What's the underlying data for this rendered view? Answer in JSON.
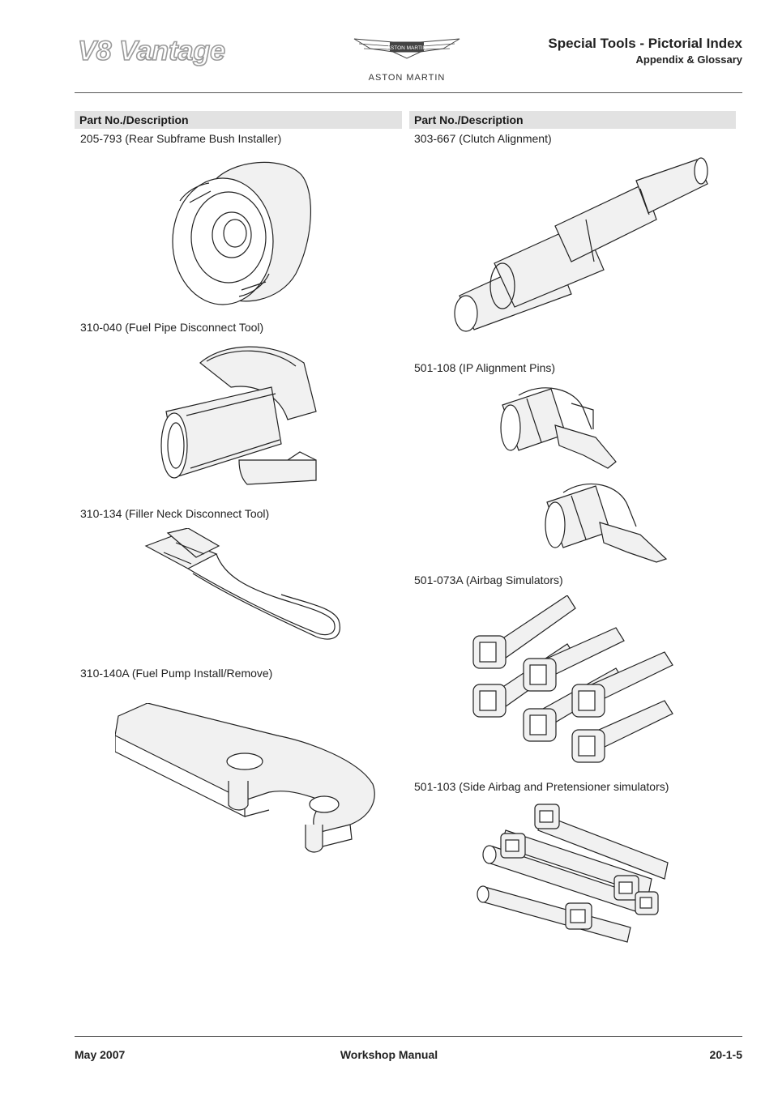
{
  "header": {
    "model_logo": "V8 Vantage",
    "brand_logo_text": "ASTON MARTIN",
    "brand_text": "ASTON MARTIN",
    "title": "Special Tools - Pictorial Index",
    "subtitle": "Appendix & Glossary"
  },
  "columns": {
    "left_header": "Part No./Description",
    "right_header": "Part No./Description"
  },
  "left_tools": [
    {
      "caption": "205-793 (Rear Subframe Bush Installer)"
    },
    {
      "caption": "310-040 (Fuel Pipe Disconnect Tool)"
    },
    {
      "caption": "310-134 (Filler Neck Disconnect Tool)"
    },
    {
      "caption": "310-140A (Fuel Pump Install/Remove)"
    }
  ],
  "right_tools": [
    {
      "caption": "303-667 (Clutch Alignment)"
    },
    {
      "caption": "501-108 (IP Alignment Pins)"
    },
    {
      "caption": "501-073A (Airbag Simulators)"
    },
    {
      "caption": "501-103 (Side Airbag and Pretensioner simulators)"
    }
  ],
  "footer": {
    "date": "May 2007",
    "manual": "Workshop Manual",
    "page": "20-1-5"
  }
}
